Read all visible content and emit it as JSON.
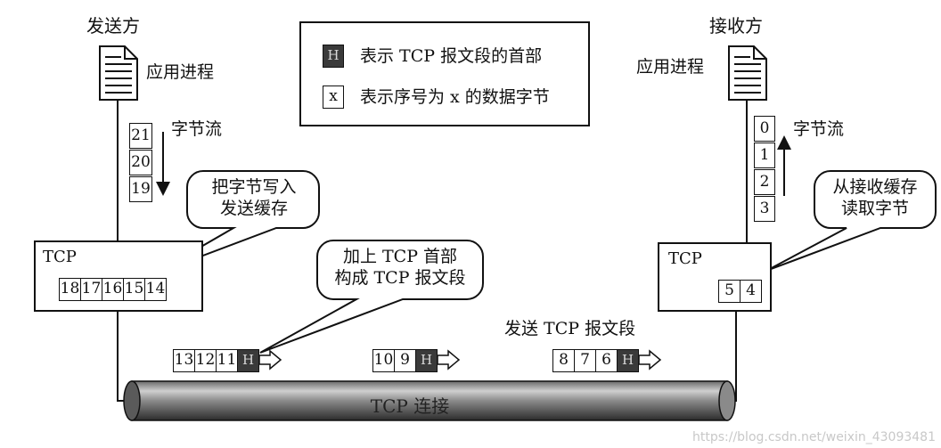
{
  "sender": {
    "title": "发送方",
    "app_process": "应用进程",
    "stream_label": "字节流",
    "stream_cells": [
      "21",
      "20",
      "19"
    ],
    "tcp_label": "TCP",
    "buffer_cells": [
      "18",
      "17",
      "16",
      "15",
      "14"
    ]
  },
  "receiver": {
    "title": "接收方",
    "app_process": "应用进程",
    "stream_label": "字节流",
    "stream_cells": [
      "0",
      "1",
      "2",
      "3"
    ],
    "tcp_label": "TCP",
    "buffer_cells": [
      "5",
      "4"
    ]
  },
  "legend": {
    "header_symbol": "H",
    "header_text": "表示 TCP 报文段的首部",
    "byte_symbol": "x",
    "byte_text": "表示序号为 x 的数据字节"
  },
  "callouts": {
    "write_buffer": [
      "把字节写入",
      "发送缓存"
    ],
    "add_header": [
      "加上 TCP 首部",
      "构成 TCP 报文段"
    ],
    "read_buffer": [
      "从接收缓存",
      "读取字节"
    ],
    "send_segment": "发送 TCP 报文段"
  },
  "segments": [
    {
      "bytes": [
        "13",
        "12",
        "11"
      ],
      "header": "H"
    },
    {
      "bytes": [
        "10",
        "9"
      ],
      "header": "H"
    },
    {
      "bytes": [
        "8",
        "7",
        "6"
      ],
      "header": "H"
    }
  ],
  "connection_label": "TCP 连接",
  "watermark": "https://blog.csdn.net/weixin_43093481"
}
